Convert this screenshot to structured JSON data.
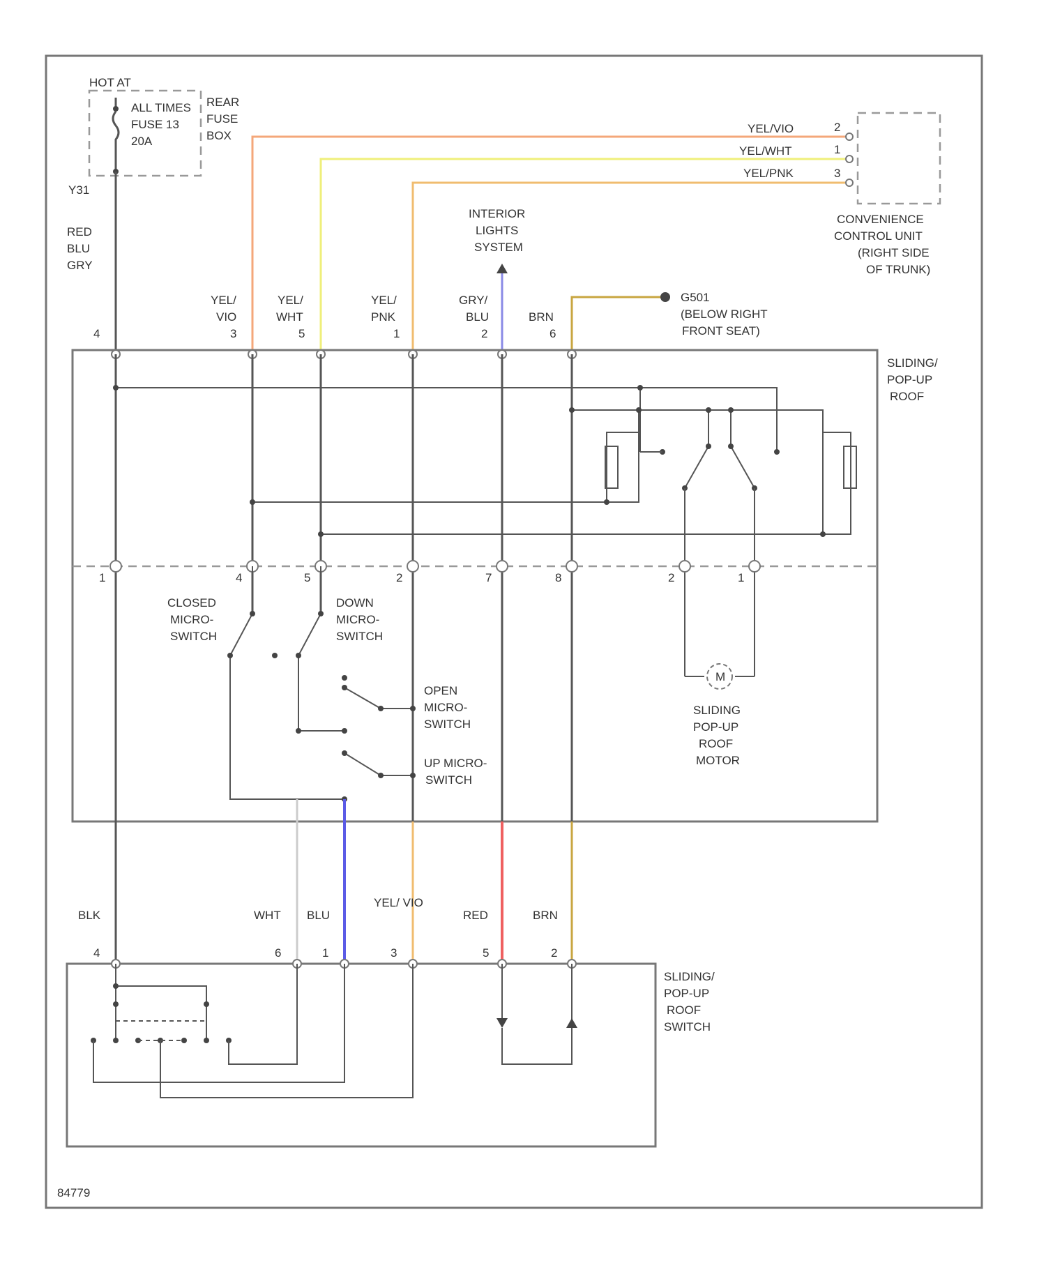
{
  "fuse_box": {
    "hot_at": "HOT AT",
    "line1": "ALL TIMES",
    "line2": "FUSE 13",
    "line3": "20A",
    "location": [
      "REAR",
      "FUSE",
      "BOX"
    ],
    "ground_pin": "Y31"
  },
  "feed_wire": [
    "RED",
    "BLU",
    "GRY"
  ],
  "convenience_unit": {
    "label": [
      "CONVENIENCE",
      "CONTROL UNIT",
      "(RIGHT SIDE",
      "OF TRUNK)"
    ],
    "wires": [
      {
        "label": "YEL/VIO",
        "pin": "2",
        "color": "#f4a77a"
      },
      {
        "label": "YEL/WHT",
        "pin": "1",
        "color": "#efef7a"
      },
      {
        "label": "YEL/PNK",
        "pin": "3",
        "color": "#f0bc6f"
      }
    ]
  },
  "interior_lights": [
    "INTERIOR",
    "LIGHTS",
    "SYSTEM"
  ],
  "ground": {
    "id": "G501",
    "desc": [
      "(BELOW RIGHT",
      "FRONT SEAT)"
    ]
  },
  "roof_module": {
    "label": [
      "SLIDING/",
      "POP-UP",
      "ROOF"
    ],
    "top_pins": [
      {
        "pin": "4",
        "wire": [],
        "color": "#555555"
      },
      {
        "pin": "3",
        "wire": [
          "YEL/",
          "VIO"
        ],
        "color": "#f4a77a"
      },
      {
        "pin": "5",
        "wire": [
          "YEL/",
          "WHT"
        ],
        "color": "#efef7a"
      },
      {
        "pin": "1",
        "wire": [
          "YEL/",
          "PNK"
        ],
        "color": "#f0bc6f"
      },
      {
        "pin": "2",
        "wire": [
          "GRY/",
          "BLU"
        ],
        "color": "#8a8ae6"
      },
      {
        "pin": "6",
        "wire": [
          "BRN"
        ],
        "color": "#c8a640"
      }
    ],
    "internal_pins": [
      "1",
      "4",
      "5",
      "2",
      "7",
      "8",
      "2",
      "1"
    ],
    "switch_closed": [
      "CLOSED",
      "MICRO-",
      "SWITCH"
    ],
    "switch_down": [
      "DOWN",
      "MICRO-",
      "SWITCH"
    ],
    "switch_open": [
      "OPEN",
      "MICRO-",
      "SWITCH"
    ],
    "switch_up": [
      "UP MICRO-",
      "SWITCH"
    ],
    "motor_symbol": "M",
    "motor_label": [
      "SLIDING",
      "POP-UP",
      "ROOF",
      "MOTOR"
    ]
  },
  "lower_wires": [
    {
      "label": "BLK",
      "pin": "4",
      "color": "#555555"
    },
    {
      "label": "WHT",
      "pin": "6",
      "color": "#cccccc"
    },
    {
      "label": "BLU",
      "pin": "1",
      "color": "#5b5be6"
    },
    {
      "label": "YEL/ VIO",
      "pin": "3",
      "color": "#f0bc6f"
    },
    {
      "label": "RED",
      "pin": "5",
      "color": "#ef6060"
    },
    {
      "label": "BRN",
      "pin": "2",
      "color": "#c8a640"
    }
  ],
  "roof_switch": {
    "label": [
      "SLIDING/",
      "POP-UP",
      "ROOF",
      "SWITCH"
    ]
  },
  "figure_id": "84779"
}
